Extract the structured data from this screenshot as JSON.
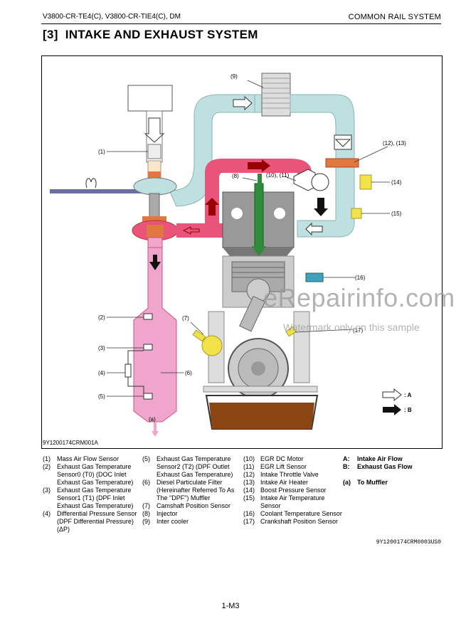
{
  "header": {
    "models": "V3800-CR-TE4(C), V3800-CR-TIE4(C), DM",
    "section": "COMMON RAIL SYSTEM"
  },
  "title": {
    "number": "[3]",
    "text": "INTAKE AND EXHAUST SYSTEM"
  },
  "diagram": {
    "figure_id": "9Y1200174CRM001A",
    "callouts": {
      "c1": "(1)",
      "c2": "(2)",
      "c3": "(3)",
      "c4": "(4)",
      "c5": "(5)",
      "c6": "(6)",
      "c7": "(7)",
      "c8": "(8)",
      "c9": "(9)",
      "c1011": "(10), (11)",
      "c1213": "(12), (13)",
      "c14": "(14)",
      "c15": "(15)",
      "c16": "(16)",
      "c17": "(17)",
      "ca": "(a)"
    },
    "key": {
      "a_label": ": A",
      "b_label": ": B"
    },
    "colors": {
      "intake_air": "#bfe0e0",
      "exhaust_gas": "#e8547a",
      "muffler": "#f0a6cc",
      "injector": "#2e8b3a",
      "oil": "#8b4513",
      "heater": "#e07840",
      "sensor": "#f2e24a"
    }
  },
  "watermark": {
    "line1": "eRepairinfo.com",
    "line2": "Watermark only on this sample"
  },
  "legend": {
    "col1": [
      {
        "n": "(1)",
        "t": "Mass Air Flow Sensor"
      },
      {
        "n": "(2)",
        "t": "Exhaust Gas Temperature Sensor0 (T0) (DOC Inlet Exhaust Gas Temperature)"
      },
      {
        "n": "(3)",
        "t": "Exhaust Gas Temperature Sensor1 (T1) (DPF Inlet Exhaust Gas Temperature)"
      },
      {
        "n": "(4)",
        "t": "Differential Pressure Sensor (DPF Differential Pressure) (ΔP)"
      }
    ],
    "col2": [
      {
        "n": "(5)",
        "t": "Exhaust Gas Temperature Sensor2 (T2) (DPF Outlet Exhaust Gas Temperature)"
      },
      {
        "n": "(6)",
        "t": "Diesel Particulate Filter (Hereinafter Referred To As The \"DPF\") Muffler"
      },
      {
        "n": "(7)",
        "t": "Camshaft Position Sensor"
      },
      {
        "n": "(8)",
        "t": "Injector"
      },
      {
        "n": "(9)",
        "t": "Inter cooler"
      }
    ],
    "col3": [
      {
        "n": "(10)",
        "t": "EGR DC Motor"
      },
      {
        "n": "(11)",
        "t": "EGR Lift Sensor"
      },
      {
        "n": "(12)",
        "t": "Intake Throttle Valve"
      },
      {
        "n": "(13)",
        "t": "Intake Air Heater"
      },
      {
        "n": "(14)",
        "t": "Boost Pressure Sensor"
      },
      {
        "n": "(15)",
        "t": "Intake Air Temperature Sensor"
      },
      {
        "n": "(16)",
        "t": "Coolant Temperature Sensor"
      },
      {
        "n": "(17)",
        "t": "Crankshaft Position Sensor"
      }
    ],
    "col4": [
      {
        "n": "A:",
        "t": "Intake Air Flow"
      },
      {
        "n": "B:",
        "t": "Exhaust Gas Flow"
      },
      {
        "n": "",
        "t": ""
      },
      {
        "n": "(a)",
        "t": "To Muffler"
      }
    ]
  },
  "figure_id_2": "9Y1200174CRM0003US0",
  "page_number": "1-M3"
}
